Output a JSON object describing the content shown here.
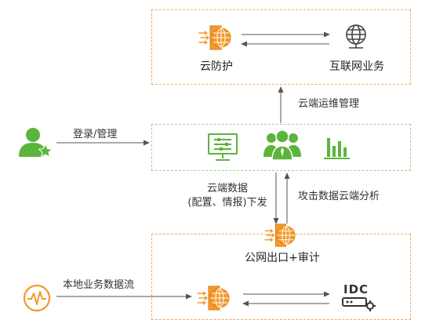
{
  "cloud_box": {
    "cloud_defense_label": "云防护",
    "internet_service_label": "互联网业务"
  },
  "ops_link_label": "云端运维管理",
  "login_label": "登录/管理",
  "cloud_data_label": {
    "line1": "云端数据",
    "line2": "(配置、情报)下发"
  },
  "attack_data_label": "攻击数据云端分析",
  "exit_box": {
    "exit_label": "公网出口+审计",
    "idc_label": "IDC"
  },
  "local_flow_label": "本地业务数据流",
  "colors": {
    "orange": "#f39a2b",
    "green": "#5cb43c",
    "dark": "#444444"
  }
}
